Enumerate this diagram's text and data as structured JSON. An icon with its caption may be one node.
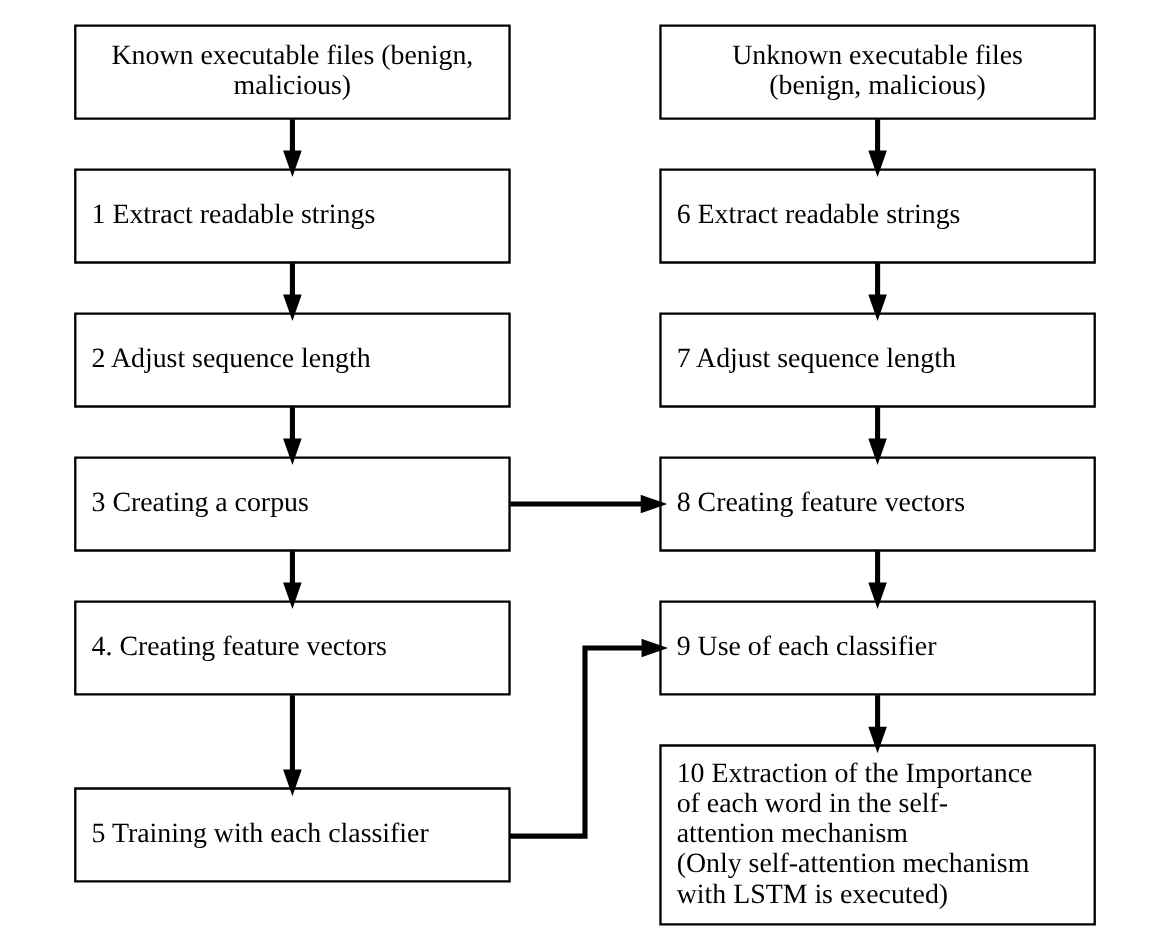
{
  "diagram": {
    "nodes": [
      {
        "text": [
          "Known executable files (benign, malicious)"
        ]
      },
      {
        "text": [
          "1 Extract readable strings"
        ]
      },
      {
        "text": [
          "2 Adjust sequence length"
        ]
      },
      {
        "text": [
          "3 Creating a corpus"
        ]
      },
      {
        "text": [
          "4. Creating feature vectors"
        ]
      },
      {
        "text": [
          "5 Training with each classifier"
        ]
      },
      {
        "text": [
          "Unknown executable files (benign, malicious)"
        ]
      },
      {
        "text": [
          "6 Extract readable strings"
        ]
      },
      {
        "text": [
          "7 Adjust sequence length"
        ]
      },
      {
        "text": [
          "8 Creating feature vectors"
        ]
      },
      {
        "text": [
          "9 Use of each classifier"
        ]
      },
      {
        "text": [
          "10 Extraction of the Importance of each word in the self-attention mechanism",
          "(Only self-attention mechanism with LSTM is executed)"
        ]
      }
    ],
    "edges": [
      {
        "from": 0,
        "to": 1,
        "arrow": "to"
      },
      {
        "from": 1,
        "to": 2,
        "arrow": "to"
      },
      {
        "from": 2,
        "to": 3,
        "arrow": "to"
      },
      {
        "from": 3,
        "to": 4,
        "arrow": "to"
      },
      {
        "from": 4,
        "to": 5,
        "arrow": "to"
      },
      {
        "from": 6,
        "to": 7,
        "arrow": "to"
      },
      {
        "from": 7,
        "to": 8,
        "arrow": "to"
      },
      {
        "from": 8,
        "to": 9,
        "arrow": "to"
      },
      {
        "from": 9,
        "to": 10,
        "arrow": "to"
      },
      {
        "from": 10,
        "to": 11,
        "arrow": "to"
      },
      {
        "from": 3,
        "to": 9,
        "arrow": "to"
      },
      {
        "from": 5,
        "to": 10,
        "arrow": "to"
      }
    ]
  }
}
